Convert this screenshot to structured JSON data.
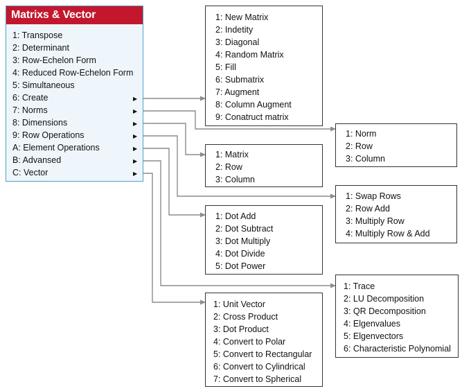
{
  "menu": {
    "title": "Matrixs & Vector",
    "items": [
      {
        "label": "1: Transpose",
        "has_submenu": false
      },
      {
        "label": "2: Determinant",
        "has_submenu": false
      },
      {
        "label": "3: Row-Echelon Form",
        "has_submenu": false
      },
      {
        "label": "4: Reduced Row-Echelon Form",
        "has_submenu": false
      },
      {
        "label": "5: Simultaneous",
        "has_submenu": false
      },
      {
        "label": "6: Create",
        "has_submenu": true
      },
      {
        "label": "7: Norms",
        "has_submenu": true
      },
      {
        "label": "8: Dimensions",
        "has_submenu": true
      },
      {
        "label": "9: Row Operations",
        "has_submenu": true
      },
      {
        "label": "A: Element Operations",
        "has_submenu": true
      },
      {
        "label": "B: Advansed",
        "has_submenu": true
      },
      {
        "label": "C: Vector",
        "has_submenu": true
      }
    ],
    "arrow_glyph": "▶"
  },
  "submenus": {
    "create": [
      "1: New Matrix",
      "2: Indetity",
      "3: Diagonal",
      "4: Random Matrix",
      "5: Fill",
      "6: Submatrix",
      "7: Augment",
      "8: Column Augment",
      "9: Conatruct matrix"
    ],
    "norms": [
      "1: Norm",
      "2: Row",
      "3: Column"
    ],
    "dimensions": [
      "1: Matrix",
      "2: Row",
      "3: Column"
    ],
    "row_operations": [
      "1: Swap Rows",
      "2: Row Add",
      "3: Multiply Row",
      "4: Multiply Row & Add"
    ],
    "element_operations": [
      "1: Dot Add",
      "2: Dot Subtract",
      "3: Dot Multiply",
      "4: Dot Divide",
      "5: Dot Power"
    ],
    "advansed": [
      "1: Trace",
      "2: LU Decomposition",
      "3: QR Decomposition",
      "4: Elgenvalues",
      "5: Elgenvectors",
      "6: Characteristic Polynomial"
    ],
    "vector": [
      "1: Unit Vector",
      "2: Cross Product",
      "3: Dot Product",
      "4: Convert to Polar",
      "5: Convert to Rectangular",
      "6: Convert to Cylindrical",
      "7: Convert to Spherical"
    ]
  },
  "colors": {
    "title_bg": "#c3172e",
    "menu_bg": "#eef6fb",
    "menu_border": "#4d9fc6",
    "connector": "#8c8c8c"
  }
}
